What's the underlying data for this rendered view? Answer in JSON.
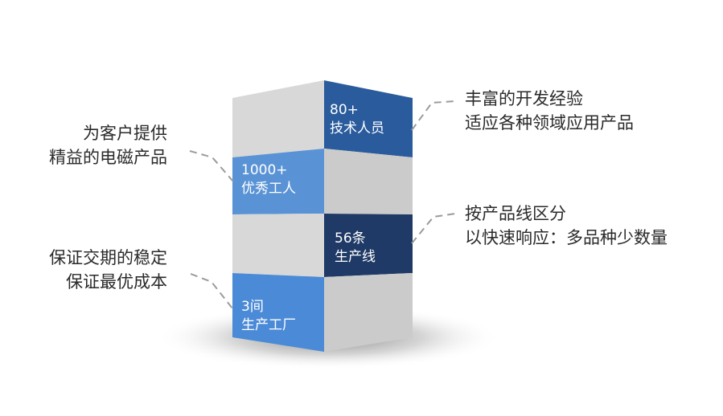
{
  "blocks": [
    {
      "line1": "80+",
      "line2": "技术人员"
    },
    {
      "line1": "1000+",
      "line2": "优秀工人"
    },
    {
      "line1": "56条",
      "line2": "生产线"
    },
    {
      "line1": "3间",
      "line2": "生产工厂"
    }
  ],
  "callouts": {
    "left_top": {
      "line1": "为客户提供",
      "line2": "精益的电磁产品"
    },
    "left_bottom": {
      "line1": "保证交期的稳定",
      "line2": "保证最优成本"
    },
    "right_top": {
      "line1": "丰富的开发经验",
      "line2": "适应各种领域应用产品"
    },
    "right_bottom": {
      "line1": "按产品线区分",
      "line2": "以快速响应：多品种少数量"
    }
  },
  "colors": {
    "block_dark": "#2a5b9c",
    "block_medium": "#5a93d5",
    "block_navy": "#1f3a66",
    "block_light": "#4b8ad6",
    "gray_face_left": "#d8d8d8",
    "gray_face_right": "#cbcbcb",
    "connector": "#9b9b9b"
  }
}
